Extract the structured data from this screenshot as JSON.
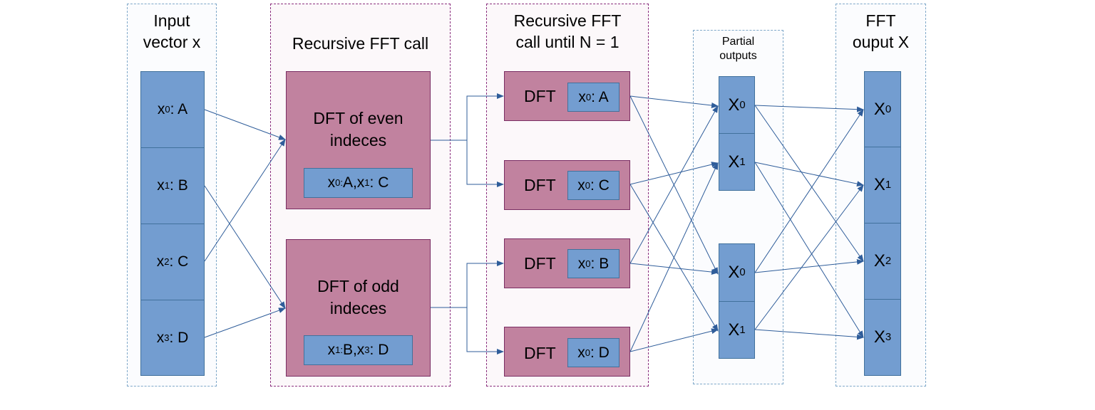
{
  "diagram": {
    "groups": [
      {
        "id": "input",
        "title": "Input\nvector x"
      },
      {
        "id": "recursive",
        "title": "Recursive FFT call"
      },
      {
        "id": "until",
        "title": "Recursive FFT\ncall until N = 1"
      },
      {
        "id": "partial",
        "title": "Partial\noutputs"
      },
      {
        "id": "output",
        "title": "FFT\nouput X"
      }
    ],
    "input_cells": [
      {
        "var": "x",
        "sub": "0",
        "val": ": A"
      },
      {
        "var": "x",
        "sub": "1",
        "val": ": B"
      },
      {
        "var": "x",
        "sub": "2",
        "val": ": C"
      },
      {
        "var": "x",
        "sub": "3",
        "val": ": D"
      }
    ],
    "recursive_boxes": [
      {
        "label": "DFT of even\nindeces",
        "inner": [
          {
            "var": "x",
            "sub": "0:",
            "val": " A, "
          },
          {
            "var": "x",
            "sub": "1",
            "val": ": C"
          }
        ]
      },
      {
        "label": "DFT of odd\nindeces",
        "inner": [
          {
            "var": "x",
            "sub": "1:",
            "val": " B, "
          },
          {
            "var": "x",
            "sub": "3",
            "val": ": D"
          }
        ]
      }
    ],
    "dft_boxes": [
      {
        "label": "DFT",
        "var": "x",
        "sub": "0",
        "val": ": A"
      },
      {
        "label": "DFT",
        "var": "x",
        "sub": "0",
        "val": ": C"
      },
      {
        "label": "DFT",
        "var": "x",
        "sub": "0",
        "val": ": B"
      },
      {
        "label": "DFT",
        "var": "x",
        "sub": "0",
        "val": ": D"
      }
    ],
    "partial_cells": [
      {
        "var": "X",
        "sub": "0"
      },
      {
        "var": "X",
        "sub": "1"
      },
      {
        "var": "X",
        "sub": "0"
      },
      {
        "var": "X",
        "sub": "1"
      }
    ],
    "output_cells": [
      {
        "var": "X",
        "sub": "0"
      },
      {
        "var": "X",
        "sub": "1"
      },
      {
        "var": "X",
        "sub": "2"
      },
      {
        "var": "X",
        "sub": "3"
      }
    ],
    "colors": {
      "blue_fill": "#739dd0",
      "blue_border": "#41719c",
      "purple_fill": "#c1829f",
      "purple_border": "#7a2d63",
      "arrow": "#2f5d9a"
    }
  }
}
